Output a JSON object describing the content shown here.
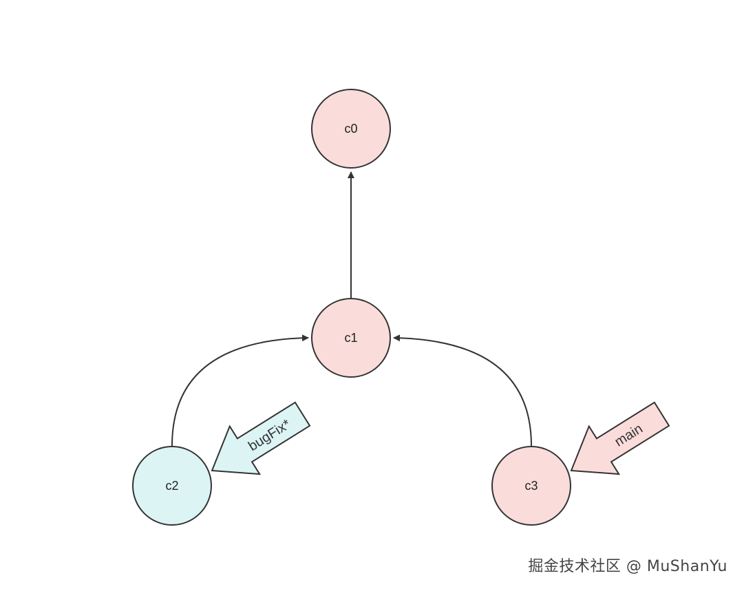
{
  "nodes": {
    "c0": {
      "label": "c0",
      "fill": "#fadcdb"
    },
    "c1": {
      "label": "c1",
      "fill": "#fadcdb"
    },
    "c2": {
      "label": "c2",
      "fill": "#dcf4f4"
    },
    "c3": {
      "label": "c3",
      "fill": "#fadcdb"
    }
  },
  "branches": {
    "bugFix": {
      "label": "bugFix*",
      "fill": "#dcf4f4"
    },
    "main": {
      "label": "main",
      "fill": "#fadcdb"
    }
  },
  "colors": {
    "stroke": "#333333",
    "background": "#ffffff"
  },
  "watermark": "掘金技术社区 @ MuShanYu"
}
